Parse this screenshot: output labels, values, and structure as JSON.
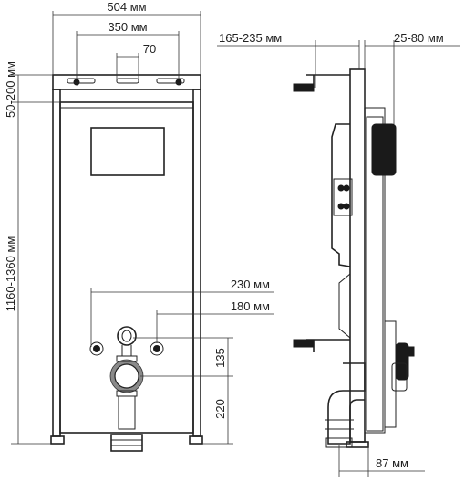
{
  "front_view": {
    "frame_width": "504 мм",
    "bracket_spacing": "350 мм",
    "bracket_slot": "70",
    "top_bracket_height": "50-200 мм",
    "frame_height": "1160-1360 мм",
    "stud_spacing_outer": "230 мм",
    "stud_spacing_inner": "180 мм",
    "outlet_height": "135",
    "floor_to_outlet": "220"
  },
  "side_view": {
    "wall_distance": "165-235 мм",
    "panel_depth": "25-80 мм",
    "outlet_depth": "87 мм"
  }
}
